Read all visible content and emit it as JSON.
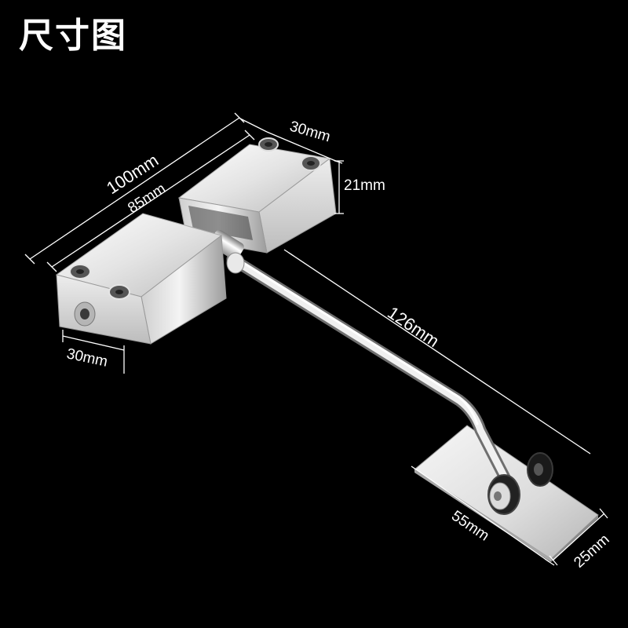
{
  "title": "尺寸图",
  "dimensions": {
    "overall_length": "100mm",
    "body_length": "85mm",
    "end_width": "30mm",
    "height": "21mm",
    "front_width": "30mm",
    "arm_length": "126mm",
    "plate_length": "55mm",
    "plate_width": "25mm"
  },
  "colors": {
    "background": "#000000",
    "text": "#ffffff",
    "metal_light": "#f2f2f2",
    "metal_mid": "#c8c8c8",
    "metal_dark": "#8a8a8a"
  }
}
